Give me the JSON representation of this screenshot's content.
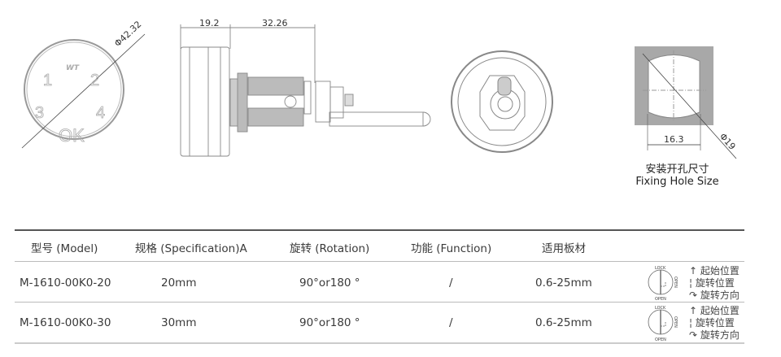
{
  "drawings": {
    "front_view": {
      "diameter_label": "Φ42.32",
      "logo": "WT",
      "keys": [
        "1",
        "2",
        "3",
        "4",
        "OK"
      ]
    },
    "side_view": {
      "dim_a": "19.2",
      "dim_b": "32.26"
    },
    "hole": {
      "width_label": "16.3",
      "diameter_label": "Φ19",
      "caption_cn": "安装开孔尺寸",
      "caption_en": "Fixing Hole Size"
    }
  },
  "table": {
    "headers": [
      "型号 (Model)",
      "规格 (Specification)A",
      "旋转 (Rotation)",
      "功能 (Function)",
      "适用板材"
    ],
    "rows": [
      {
        "model": "M-1610-00K0-20",
        "spec": "20mm",
        "rotation": "90°or180 °",
        "function": "/",
        "board": "0.6-25mm"
      },
      {
        "model": "M-1610-00K0-30",
        "spec": "30mm",
        "rotation": "90°or180 °",
        "function": "/",
        "board": "0.6-25mm"
      }
    ],
    "diagram": {
      "lock": "LOCK",
      "open": "OPEN",
      "legend": [
        "起始位置",
        "旋转位置",
        "旋转方向"
      ]
    }
  }
}
